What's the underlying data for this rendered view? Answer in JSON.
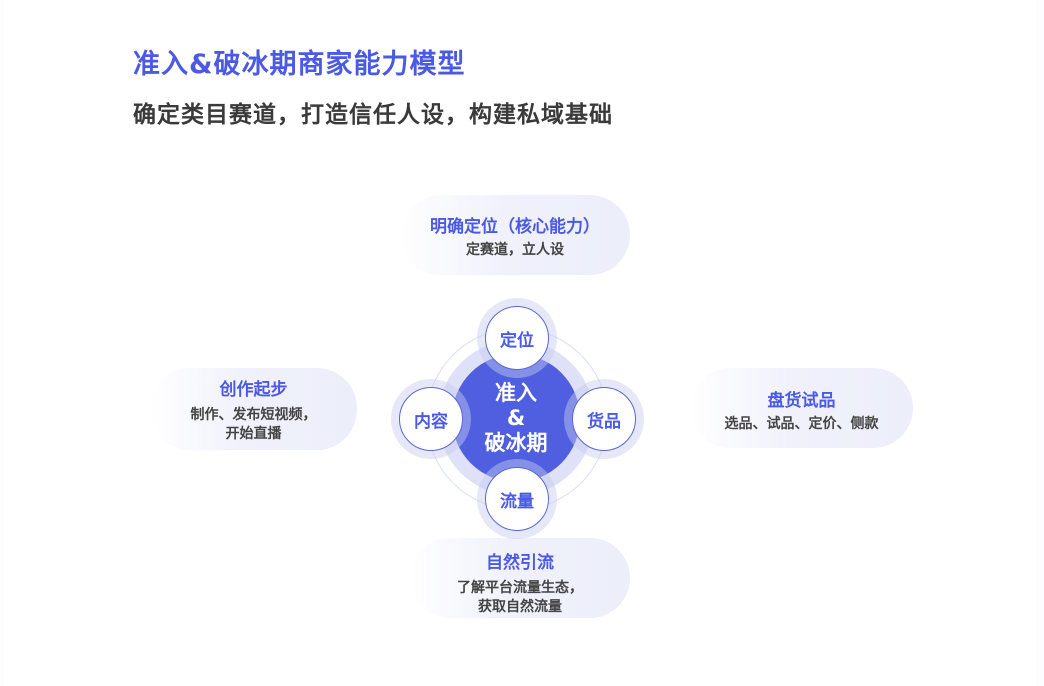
{
  "header": {
    "title": "准入&破冰期商家能力模型",
    "subtitle": "确定类目赛道，打造信任人设，构建私域基础"
  },
  "core": {
    "line1": "准入",
    "line2": "&",
    "line3": "破冰期"
  },
  "nodes": {
    "top": "定位",
    "left": "内容",
    "right": "货品",
    "bottom": "流量"
  },
  "cards": {
    "top": {
      "heading": "明确定位（核心能力）",
      "desc1": "定赛道，立人设"
    },
    "left": {
      "heading": "创作起步",
      "desc1": "制作、发布短视频，",
      "desc2": "开始直播"
    },
    "right": {
      "heading": "盘货试品",
      "desc1": "选品、试品、定价、侧款"
    },
    "bottom": {
      "heading": "自然引流",
      "desc1": "了解平台流量生态，",
      "desc2": "获取自然流量"
    }
  },
  "colors": {
    "accent": "#4b5ae4",
    "core": "#4f5fe0",
    "text": "#3a3a3a"
  }
}
